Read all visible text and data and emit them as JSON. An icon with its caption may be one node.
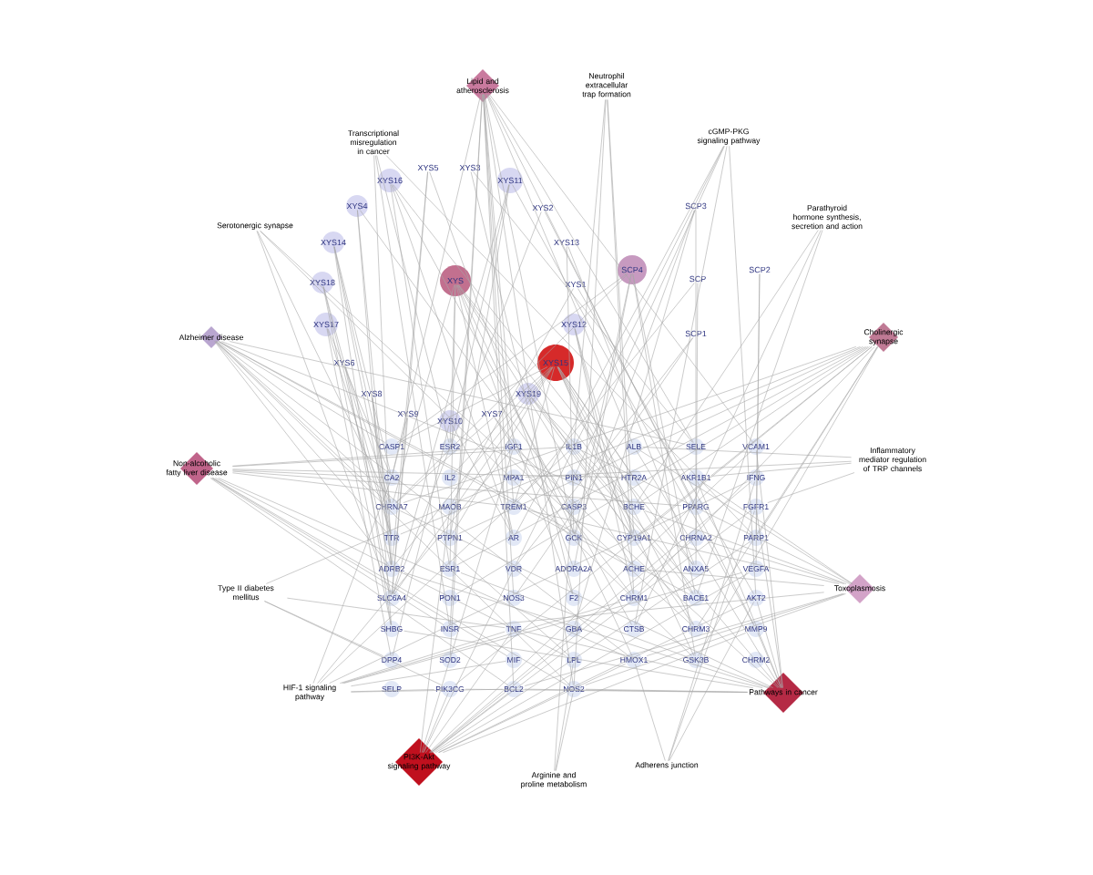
{
  "diagram": {
    "nodes": [
      {
        "text": [
          "Lipid and atherosclerosis"
        ]
      },
      {
        "text": [
          "Neutrophil extracellular trap formation"
        ]
      },
      {
        "text": [
          "cGMP-PKG signaling pathway"
        ]
      },
      {
        "text": [
          "Transcriptional misregulation in cancer"
        ]
      },
      {
        "text": [
          "XYS5"
        ]
      },
      {
        "text": [
          "XYS3"
        ]
      },
      {
        "text": [
          "XYS16"
        ]
      },
      {
        "text": [
          "XYS11"
        ]
      },
      {
        "text": [
          "XYS4"
        ]
      },
      {
        "text": [
          "XYS2"
        ]
      },
      {
        "text": [
          "SCP3"
        ]
      },
      {
        "text": [
          "Parathyroid hormone synthesis, secretion and action"
        ]
      },
      {
        "text": [
          "Serotonergic synapse"
        ]
      },
      {
        "text": [
          "XYS14"
        ]
      },
      {
        "text": [
          "XYS13"
        ]
      },
      {
        "text": [
          "SCP4"
        ]
      },
      {
        "text": [
          "SCP2"
        ]
      },
      {
        "text": [
          "XYS"
        ]
      },
      {
        "text": [
          "SCP"
        ]
      },
      {
        "text": [
          "XYS18"
        ]
      },
      {
        "text": [
          "XYS1"
        ]
      },
      {
        "text": [
          "XYS12"
        ]
      },
      {
        "text": [
          "XYS17"
        ]
      },
      {
        "text": [
          "SCP1"
        ]
      },
      {
        "text": [
          "Alzheimer disease"
        ]
      },
      {
        "text": [
          "Cholinergic synapse"
        ]
      },
      {
        "text": [
          "XYS15"
        ]
      },
      {
        "text": [
          "XYS6"
        ]
      },
      {
        "text": [
          "XYS8"
        ]
      },
      {
        "text": [
          "XYS19"
        ]
      },
      {
        "text": [
          "XYS9"
        ]
      },
      {
        "text": [
          "XYS7"
        ]
      },
      {
        "text": [
          "XYS10"
        ]
      },
      {
        "text": [
          "CASP1"
        ]
      },
      {
        "text": [
          "ESR2"
        ]
      },
      {
        "text": [
          "IGF1"
        ]
      },
      {
        "text": [
          "IL1B"
        ]
      },
      {
        "text": [
          "ALB"
        ]
      },
      {
        "text": [
          "SELE"
        ]
      },
      {
        "text": [
          "VCAM1"
        ]
      },
      {
        "text": [
          "CA2"
        ]
      },
      {
        "text": [
          "IL2"
        ]
      },
      {
        "text": [
          "MPA1"
        ]
      },
      {
        "text": [
          "PIN1"
        ]
      },
      {
        "text": [
          "HTR2A"
        ]
      },
      {
        "text": [
          "AKR1B1"
        ]
      },
      {
        "text": [
          "IFNG"
        ]
      },
      {
        "text": [
          "CHRNA7"
        ]
      },
      {
        "text": [
          "MAOB"
        ]
      },
      {
        "text": [
          "TREM1"
        ]
      },
      {
        "text": [
          "CASP3"
        ]
      },
      {
        "text": [
          "BCHE"
        ]
      },
      {
        "text": [
          "PPARG"
        ]
      },
      {
        "text": [
          "FGFR1"
        ]
      },
      {
        "text": [
          "TTR"
        ]
      },
      {
        "text": [
          "PTPN1"
        ]
      },
      {
        "text": [
          "AR"
        ]
      },
      {
        "text": [
          "GCK"
        ]
      },
      {
        "text": [
          "CYP19A1"
        ]
      },
      {
        "text": [
          "CHRNA2"
        ]
      },
      {
        "text": [
          "PARP1"
        ]
      },
      {
        "text": [
          "ADRB2"
        ]
      },
      {
        "text": [
          "ESR1"
        ]
      },
      {
        "text": [
          "VDR"
        ]
      },
      {
        "text": [
          "ADORA2A"
        ]
      },
      {
        "text": [
          "ACHE"
        ]
      },
      {
        "text": [
          "ANXA5"
        ]
      },
      {
        "text": [
          "VEGFA"
        ]
      },
      {
        "text": [
          "SLC6A4"
        ]
      },
      {
        "text": [
          "PON1"
        ]
      },
      {
        "text": [
          "NOS3"
        ]
      },
      {
        "text": [
          "F2"
        ]
      },
      {
        "text": [
          "CHRM1"
        ]
      },
      {
        "text": [
          "BACE1"
        ]
      },
      {
        "text": [
          "AKT2"
        ]
      },
      {
        "text": [
          "SHBG"
        ]
      },
      {
        "text": [
          "INSR"
        ]
      },
      {
        "text": [
          "TNF"
        ]
      },
      {
        "text": [
          "GBA"
        ]
      },
      {
        "text": [
          "CTSB"
        ]
      },
      {
        "text": [
          "CHRM3"
        ]
      },
      {
        "text": [
          "MMP9"
        ]
      },
      {
        "text": [
          "DPP4"
        ]
      },
      {
        "text": [
          "SOD2"
        ]
      },
      {
        "text": [
          "MIF"
        ]
      },
      {
        "text": [
          "LPL"
        ]
      },
      {
        "text": [
          "HMOX1"
        ]
      },
      {
        "text": [
          "GSK3B"
        ]
      },
      {
        "text": [
          "CHRM2"
        ]
      },
      {
        "text": [
          "Non-alcoholic fatty liver disease"
        ]
      },
      {
        "text": [
          "Inflammatory mediator regulation of TRP channels"
        ]
      },
      {
        "text": [
          "Type II diabetes mellitus"
        ]
      },
      {
        "text": [
          "Toxoplasmosis"
        ]
      },
      {
        "text": [
          "SELP"
        ]
      },
      {
        "text": [
          "PIK3CG"
        ]
      },
      {
        "text": [
          "BCL2"
        ]
      },
      {
        "text": [
          "NOS2"
        ]
      },
      {
        "text": [
          "HIF-1 signaling pathway"
        ]
      },
      {
        "text": [
          "Pathways in cancer"
        ]
      },
      {
        "text": [
          "PI3K-Akt signaling pathway"
        ]
      },
      {
        "text": [
          "Adherens junction"
        ]
      },
      {
        "text": [
          "Arginine and proline metabolism"
        ]
      }
    ],
    "edges": [
      {
        "from": 0,
        "to": 35,
        "arrow": "none"
      },
      {
        "from": 0,
        "to": 38,
        "arrow": "none"
      },
      {
        "from": 0,
        "to": 37,
        "arrow": "none"
      },
      {
        "from": 0,
        "to": 49,
        "arrow": "none"
      },
      {
        "from": 0,
        "to": 57,
        "arrow": "none"
      },
      {
        "from": 0,
        "to": 70,
        "arrow": "none"
      },
      {
        "from": 0,
        "to": 76,
        "arrow": "none"
      },
      {
        "from": 0,
        "to": 83,
        "arrow": "none"
      },
      {
        "from": 0,
        "to": 81,
        "arrow": "none"
      },
      {
        "from": 0,
        "to": 95,
        "arrow": "none"
      },
      {
        "from": 0,
        "to": 96,
        "arrow": "none"
      },
      {
        "from": 0,
        "to": 39,
        "arrow": "none"
      },
      {
        "from": 0,
        "to": 40,
        "arrow": "none"
      },
      {
        "from": 1,
        "to": 36,
        "arrow": "none"
      },
      {
        "from": 1,
        "to": 58,
        "arrow": "none"
      },
      {
        "from": 1,
        "to": 72,
        "arrow": "none"
      },
      {
        "from": 1,
        "to": 96,
        "arrow": "none"
      },
      {
        "from": 2,
        "to": 43,
        "arrow": "none"
      },
      {
        "from": 2,
        "to": 56,
        "arrow": "none"
      },
      {
        "from": 2,
        "to": 63,
        "arrow": "none"
      },
      {
        "from": 2,
        "to": 74,
        "arrow": "none"
      },
      {
        "from": 2,
        "to": 79,
        "arrow": "none"
      },
      {
        "from": 3,
        "to": 34,
        "arrow": "none"
      },
      {
        "from": 3,
        "to": 60,
        "arrow": "none"
      },
      {
        "from": 3,
        "to": 61,
        "arrow": "none"
      },
      {
        "from": 3,
        "to": 76,
        "arrow": "none"
      },
      {
        "from": 11,
        "to": 51,
        "arrow": "none"
      },
      {
        "from": 11,
        "to": 73,
        "arrow": "none"
      },
      {
        "from": 11,
        "to": 79,
        "arrow": "none"
      },
      {
        "from": 12,
        "to": 47,
        "arrow": "none"
      },
      {
        "from": 12,
        "to": 68,
        "arrow": "none"
      },
      {
        "from": 12,
        "to": 87,
        "arrow": "none"
      },
      {
        "from": 12,
        "to": 80,
        "arrow": "none"
      },
      {
        "from": 24,
        "to": 33,
        "arrow": "none"
      },
      {
        "from": 24,
        "to": 38,
        "arrow": "none"
      },
      {
        "from": 24,
        "to": 47,
        "arrow": "none"
      },
      {
        "from": 24,
        "to": 51,
        "arrow": "none"
      },
      {
        "from": 24,
        "to": 54,
        "arrow": "none"
      },
      {
        "from": 24,
        "to": 61,
        "arrow": "none"
      },
      {
        "from": 24,
        "to": 65,
        "arrow": "none"
      },
      {
        "from": 24,
        "to": 73,
        "arrow": "none"
      },
      {
        "from": 24,
        "to": 85,
        "arrow": "none"
      },
      {
        "from": 24,
        "to": 86,
        "arrow": "none"
      },
      {
        "from": 24,
        "to": 96,
        "arrow": "none"
      },
      {
        "from": 25,
        "to": 47,
        "arrow": "none"
      },
      {
        "from": 25,
        "to": 51,
        "arrow": "none"
      },
      {
        "from": 25,
        "to": 54,
        "arrow": "none"
      },
      {
        "from": 25,
        "to": 55,
        "arrow": "none"
      },
      {
        "from": 25,
        "to": 58,
        "arrow": "none"
      },
      {
        "from": 25,
        "to": 60,
        "arrow": "none"
      },
      {
        "from": 25,
        "to": 62,
        "arrow": "none"
      },
      {
        "from": 25,
        "to": 69,
        "arrow": "none"
      },
      {
        "from": 25,
        "to": 72,
        "arrow": "none"
      },
      {
        "from": 25,
        "to": 80,
        "arrow": "none"
      },
      {
        "from": 25,
        "to": 87,
        "arrow": "none"
      },
      {
        "from": 25,
        "to": 94,
        "arrow": "none"
      },
      {
        "from": 89,
        "to": 35,
        "arrow": "none"
      },
      {
        "from": 89,
        "to": 36,
        "arrow": "none"
      },
      {
        "from": 89,
        "to": 40,
        "arrow": "none"
      },
      {
        "from": 89,
        "to": 44,
        "arrow": "none"
      },
      {
        "from": 89,
        "to": 49,
        "arrow": "none"
      },
      {
        "from": 89,
        "to": 52,
        "arrow": "none"
      },
      {
        "from": 89,
        "to": 76,
        "arrow": "none"
      },
      {
        "from": 89,
        "to": 84,
        "arrow": "none"
      },
      {
        "from": 89,
        "to": 86,
        "arrow": "none"
      },
      {
        "from": 89,
        "to": 95,
        "arrow": "none"
      },
      {
        "from": 89,
        "to": 96,
        "arrow": "none"
      },
      {
        "from": 89,
        "to": 85,
        "arrow": "none"
      },
      {
        "from": 90,
        "to": 37,
        "arrow": "none"
      },
      {
        "from": 90,
        "to": 42,
        "arrow": "none"
      },
      {
        "from": 90,
        "to": 45,
        "arrow": "none"
      },
      {
        "from": 90,
        "to": 53,
        "arrow": "none"
      },
      {
        "from": 91,
        "to": 42,
        "arrow": "none"
      },
      {
        "from": 91,
        "to": 77,
        "arrow": "none"
      },
      {
        "from": 91,
        "to": 82,
        "arrow": "none"
      },
      {
        "from": 91,
        "to": 94,
        "arrow": "none"
      },
      {
        "from": 92,
        "to": 36,
        "arrow": "none"
      },
      {
        "from": 92,
        "to": 37,
        "arrow": "none"
      },
      {
        "from": 92,
        "to": 45,
        "arrow": "none"
      },
      {
        "from": 92,
        "to": 49,
        "arrow": "none"
      },
      {
        "from": 92,
        "to": 51,
        "arrow": "none"
      },
      {
        "from": 92,
        "to": 59,
        "arrow": "none"
      },
      {
        "from": 92,
        "to": 65,
        "arrow": "none"
      },
      {
        "from": 92,
        "to": 76,
        "arrow": "none"
      },
      {
        "from": 92,
        "to": 86,
        "arrow": "none"
      },
      {
        "from": 92,
        "to": 95,
        "arrow": "none"
      },
      {
        "from": 92,
        "to": 96,
        "arrow": "none"
      },
      {
        "from": 97,
        "to": 35,
        "arrow": "none"
      },
      {
        "from": 97,
        "to": 36,
        "arrow": "none"
      },
      {
        "from": 97,
        "to": 40,
        "arrow": "none"
      },
      {
        "from": 97,
        "to": 46,
        "arrow": "none"
      },
      {
        "from": 97,
        "to": 67,
        "arrow": "none"
      },
      {
        "from": 97,
        "to": 72,
        "arrow": "none"
      },
      {
        "from": 97,
        "to": 77,
        "arrow": "none"
      },
      {
        "from": 97,
        "to": 84,
        "arrow": "none"
      },
      {
        "from": 97,
        "to": 94,
        "arrow": "none"
      },
      {
        "from": 97,
        "to": 95,
        "arrow": "none"
      },
      {
        "from": 98,
        "to": 35,
        "arrow": "none"
      },
      {
        "from": 98,
        "to": 36,
        "arrow": "none"
      },
      {
        "from": 98,
        "to": 37,
        "arrow": "none"
      },
      {
        "from": 98,
        "to": 39,
        "arrow": "none"
      },
      {
        "from": 98,
        "to": 45,
        "arrow": "none"
      },
      {
        "from": 98,
        "to": 47,
        "arrow": "none"
      },
      {
        "from": 98,
        "to": 53,
        "arrow": "none"
      },
      {
        "from": 98,
        "to": 61,
        "arrow": "none"
      },
      {
        "from": 98,
        "to": 62,
        "arrow": "none"
      },
      {
        "from": 98,
        "to": 74,
        "arrow": "none"
      },
      {
        "from": 98,
        "to": 75,
        "arrow": "none"
      },
      {
        "from": 98,
        "to": 77,
        "arrow": "none"
      },
      {
        "from": 98,
        "to": 81,
        "arrow": "none"
      },
      {
        "from": 98,
        "to": 94,
        "arrow": "none"
      },
      {
        "from": 98,
        "to": 95,
        "arrow": "none"
      },
      {
        "from": 98,
        "to": 96,
        "arrow": "none"
      },
      {
        "from": 99,
        "to": 35,
        "arrow": "none"
      },
      {
        "from": 99,
        "to": 39,
        "arrow": "none"
      },
      {
        "from": 99,
        "to": 46,
        "arrow": "none"
      },
      {
        "from": 99,
        "to": 48,
        "arrow": "none"
      },
      {
        "from": 99,
        "to": 53,
        "arrow": "none"
      },
      {
        "from": 99,
        "to": 59,
        "arrow": "none"
      },
      {
        "from": 99,
        "to": 60,
        "arrow": "none"
      },
      {
        "from": 99,
        "to": 63,
        "arrow": "none"
      },
      {
        "from": 99,
        "to": 67,
        "arrow": "none"
      },
      {
        "from": 99,
        "to": 74,
        "arrow": "none"
      },
      {
        "from": 99,
        "to": 77,
        "arrow": "none"
      },
      {
        "from": 99,
        "to": 81,
        "arrow": "none"
      },
      {
        "from": 99,
        "to": 86,
        "arrow": "none"
      },
      {
        "from": 99,
        "to": 94,
        "arrow": "none"
      },
      {
        "from": 99,
        "to": 95,
        "arrow": "none"
      },
      {
        "from": 100,
        "to": 46,
        "arrow": "none"
      },
      {
        "from": 100,
        "to": 53,
        "arrow": "none"
      },
      {
        "from": 100,
        "to": 86,
        "arrow": "none"
      },
      {
        "from": 100,
        "to": 74,
        "arrow": "none"
      },
      {
        "from": 101,
        "to": 96,
        "arrow": "none"
      },
      {
        "from": 101,
        "to": 43,
        "arrow": "none"
      },
      {
        "from": 101,
        "to": 85,
        "arrow": "none"
      },
      {
        "from": 4,
        "to": 61,
        "arrow": "none"
      },
      {
        "from": 4,
        "to": 64,
        "arrow": "none"
      },
      {
        "from": 4,
        "to": 68,
        "arrow": "none"
      },
      {
        "from": 5,
        "to": 38,
        "arrow": "none"
      },
      {
        "from": 5,
        "to": 71,
        "arrow": "none"
      },
      {
        "from": 6,
        "to": 56,
        "arrow": "none"
      },
      {
        "from": 6,
        "to": 62,
        "arrow": "none"
      },
      {
        "from": 6,
        "to": 66,
        "arrow": "none"
      },
      {
        "from": 6,
        "to": 79,
        "arrow": "none"
      },
      {
        "from": 7,
        "to": 34,
        "arrow": "none"
      },
      {
        "from": 7,
        "to": 55,
        "arrow": "none"
      },
      {
        "from": 7,
        "to": 68,
        "arrow": "none"
      },
      {
        "from": 7,
        "to": 81,
        "arrow": "none"
      },
      {
        "from": 8,
        "to": 50,
        "arrow": "none"
      },
      {
        "from": 8,
        "to": 61,
        "arrow": "none"
      },
      {
        "from": 8,
        "to": 75,
        "arrow": "none"
      },
      {
        "from": 9,
        "to": 52,
        "arrow": "none"
      },
      {
        "from": 9,
        "to": 68,
        "arrow": "none"
      },
      {
        "from": 10,
        "to": 57,
        "arrow": "none"
      },
      {
        "from": 10,
        "to": 78,
        "arrow": "none"
      },
      {
        "from": 10,
        "to": 59,
        "arrow": "none"
      },
      {
        "from": 13,
        "to": 40,
        "arrow": "none"
      },
      {
        "from": 13,
        "to": 47,
        "arrow": "none"
      },
      {
        "from": 13,
        "to": 54,
        "arrow": "none"
      },
      {
        "from": 13,
        "to": 75,
        "arrow": "none"
      },
      {
        "from": 14,
        "to": 57,
        "arrow": "none"
      },
      {
        "from": 14,
        "to": 66,
        "arrow": "none"
      },
      {
        "from": 15,
        "to": 33,
        "arrow": "none"
      },
      {
        "from": 15,
        "to": 47,
        "arrow": "none"
      },
      {
        "from": 15,
        "to": 57,
        "arrow": "none"
      },
      {
        "from": 15,
        "to": 73,
        "arrow": "none"
      },
      {
        "from": 15,
        "to": 87,
        "arrow": "none"
      },
      {
        "from": 15,
        "to": 64,
        "arrow": "none"
      },
      {
        "from": 16,
        "to": 60,
        "arrow": "none"
      },
      {
        "from": 16,
        "to": 67,
        "arrow": "none"
      },
      {
        "from": 17,
        "to": 34,
        "arrow": "none"
      },
      {
        "from": 17,
        "to": 47,
        "arrow": "none"
      },
      {
        "from": 17,
        "to": 51,
        "arrow": "none"
      },
      {
        "from": 17,
        "to": 56,
        "arrow": "none"
      },
      {
        "from": 17,
        "to": 62,
        "arrow": "none"
      },
      {
        "from": 17,
        "to": 65,
        "arrow": "none"
      },
      {
        "from": 17,
        "to": 71,
        "arrow": "none"
      },
      {
        "from": 17,
        "to": 80,
        "arrow": "none"
      },
      {
        "from": 17,
        "to": 86,
        "arrow": "none"
      },
      {
        "from": 18,
        "to": 49,
        "arrow": "none"
      },
      {
        "from": 18,
        "to": 66,
        "arrow": "none"
      },
      {
        "from": 19,
        "to": 54,
        "arrow": "none"
      },
      {
        "from": 19,
        "to": 61,
        "arrow": "none"
      },
      {
        "from": 19,
        "to": 75,
        "arrow": "none"
      },
      {
        "from": 20,
        "to": 48,
        "arrow": "none"
      },
      {
        "from": 20,
        "to": 74,
        "arrow": "none"
      },
      {
        "from": 21,
        "to": 58,
        "arrow": "none"
      },
      {
        "from": 21,
        "to": 65,
        "arrow": "none"
      },
      {
        "from": 21,
        "to": 72,
        "arrow": "none"
      },
      {
        "from": 22,
        "to": 40,
        "arrow": "none"
      },
      {
        "from": 22,
        "to": 54,
        "arrow": "none"
      },
      {
        "from": 22,
        "to": 82,
        "arrow": "none"
      },
      {
        "from": 23,
        "to": 63,
        "arrow": "none"
      },
      {
        "from": 23,
        "to": 70,
        "arrow": "none"
      },
      {
        "from": 26,
        "to": 33,
        "arrow": "none"
      },
      {
        "from": 26,
        "to": 41,
        "arrow": "none"
      },
      {
        "from": 26,
        "to": 47,
        "arrow": "none"
      },
      {
        "from": 26,
        "to": 49,
        "arrow": "none"
      },
      {
        "from": 26,
        "to": 55,
        "arrow": "none"
      },
      {
        "from": 26,
        "to": 58,
        "arrow": "none"
      },
      {
        "from": 26,
        "to": 66,
        "arrow": "none"
      },
      {
        "from": 26,
        "to": 68,
        "arrow": "none"
      },
      {
        "from": 26,
        "to": 73,
        "arrow": "none"
      },
      {
        "from": 26,
        "to": 80,
        "arrow": "none"
      },
      {
        "from": 26,
        "to": 87,
        "arrow": "none"
      },
      {
        "from": 26,
        "to": 61,
        "arrow": "none"
      },
      {
        "from": 26,
        "to": 44,
        "arrow": "none"
      },
      {
        "from": 27,
        "to": 47,
        "arrow": "none"
      },
      {
        "from": 27,
        "to": 68,
        "arrow": "none"
      },
      {
        "from": 28,
        "to": 54,
        "arrow": "none"
      },
      {
        "from": 28,
        "to": 61,
        "arrow": "none"
      },
      {
        "from": 29,
        "to": 51,
        "arrow": "none"
      },
      {
        "from": 29,
        "to": 58,
        "arrow": "none"
      },
      {
        "from": 29,
        "to": 73,
        "arrow": "none"
      },
      {
        "from": 30,
        "to": 40,
        "arrow": "none"
      },
      {
        "from": 30,
        "to": 68,
        "arrow": "none"
      },
      {
        "from": 31,
        "to": 57,
        "arrow": "none"
      },
      {
        "from": 31,
        "to": 72,
        "arrow": "none"
      },
      {
        "from": 32,
        "to": 56,
        "arrow": "none"
      },
      {
        "from": 32,
        "to": 82,
        "arrow": "none"
      }
    ]
  }
}
